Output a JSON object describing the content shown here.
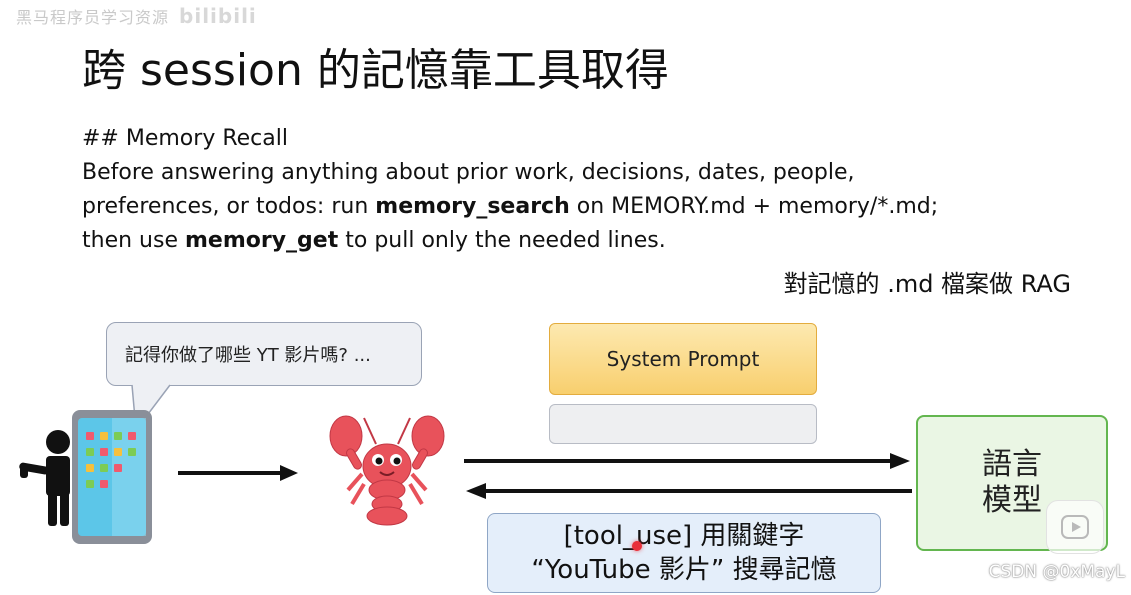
{
  "watermark": {
    "text": "黑马程序员学习资源",
    "platform": "bilibili"
  },
  "slide": {
    "title": "跨 session 的記憶靠工具取得",
    "body": {
      "heading": "## Memory Recall",
      "line1": "Before answering anything about prior work, decisions, dates, people,",
      "line2_pre": "preferences, or todos: run ",
      "line2_bold": "memory_search",
      "line2_post": " on MEMORY.md + memory/*.md;",
      "line3_pre": "then use ",
      "line3_bold": "memory_get",
      "line3_post": " to pull only the needed lines."
    },
    "rag_caption": "對記憶的 .md 檔案做 RAG"
  },
  "diagram": {
    "speech_bubble": "記得你做了哪些 YT 影片嗎? ...",
    "system_prompt": "System Prompt",
    "llm_line1": "語言",
    "llm_line2": "模型",
    "tool_use_line1": "[tool_use] 用關鍵字",
    "tool_use_line2": "“YouTube 影片”  搜尋記憶"
  },
  "csdn_watermark": "CSDN @0xMayL",
  "colors": {
    "system_prompt_fill": "#f8cf6e",
    "llm_border": "#63b64f",
    "tool_use_fill": "#e4eefa",
    "lobster": "#e8525b"
  }
}
